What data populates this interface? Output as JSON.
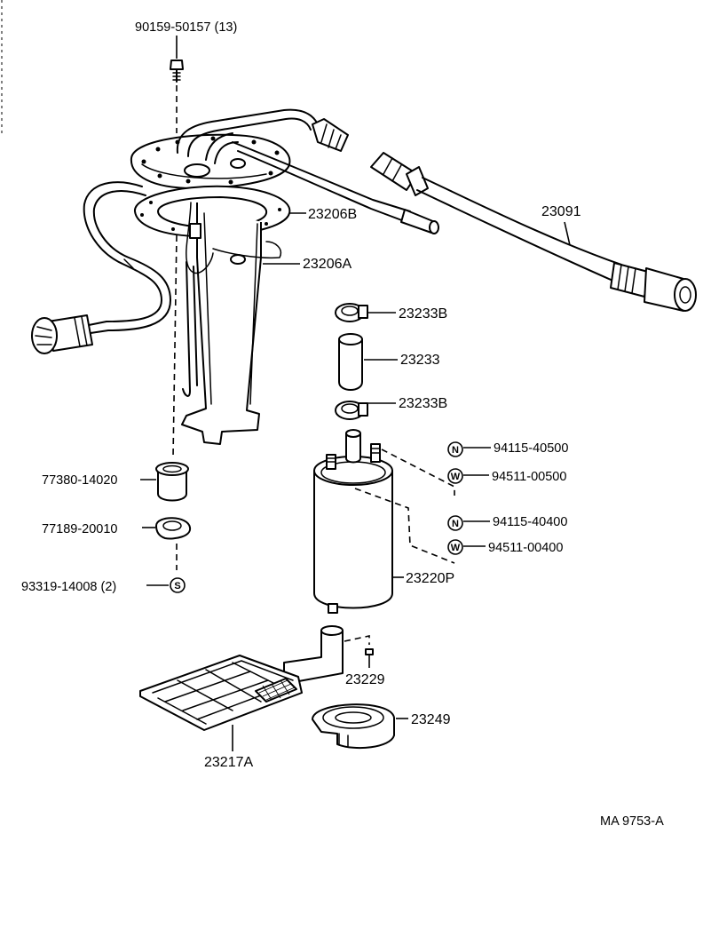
{
  "diagram": {
    "labels": {
      "bolt": "90159-50157 (13)",
      "gasket": "23206B",
      "pump_bracket": "23206A",
      "fuel_hose": "23091",
      "clamp_upper": "23233B",
      "hose": "23233",
      "clamp_lower": "23233B",
      "nut_a": "94115-40500",
      "washer_a": "94511-00500",
      "nut_b": "94115-40400",
      "washer_b": "94511-00400",
      "fuel_pump": "23220P",
      "grommet": "77380-14020",
      "gasket_plate": "77189-20010",
      "screw": "93319-14008 (2)",
      "spacer": "23229",
      "cushion": "23249",
      "filter": "23217A",
      "figure_code": "MA 9753-A"
    },
    "symbols": {
      "nut": "N",
      "washer": "W",
      "screw": "S"
    }
  }
}
